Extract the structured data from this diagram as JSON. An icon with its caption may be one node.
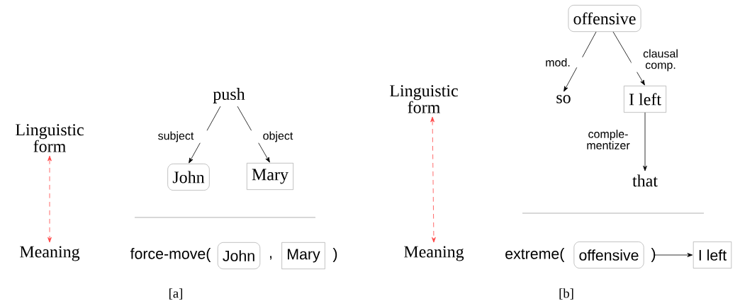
{
  "diagram": {
    "nodes": [
      {
        "text": [
          "Linguistic form"
        ]
      },
      {
        "text": [
          "Meaning"
        ]
      },
      {
        "text": [
          "push"
        ]
      },
      {
        "text": [
          "John"
        ]
      },
      {
        "text": [
          "Mary"
        ]
      },
      {
        "text": [
          "John"
        ]
      },
      {
        "text": [
          "Mary"
        ]
      },
      {
        "text": [
          "Linguistic form"
        ]
      },
      {
        "text": [
          "Meaning"
        ]
      },
      {
        "text": [
          "offensive"
        ]
      },
      {
        "text": [
          "so"
        ]
      },
      {
        "text": [
          "I left"
        ]
      },
      {
        "text": [
          "that"
        ]
      },
      {
        "text": [
          "offensive"
        ]
      },
      {
        "text": [
          "I left"
        ]
      }
    ],
    "edges": [
      {
        "from": 0,
        "to": 1,
        "arrow": "both",
        "style": "dashed",
        "color": "#ff4444"
      },
      {
        "from": 2,
        "to": 3,
        "arrow": "to",
        "label": "subject"
      },
      {
        "from": 2,
        "to": 4,
        "arrow": "to",
        "label": "object"
      },
      {
        "from": 7,
        "to": 8,
        "arrow": "both",
        "style": "dashed",
        "color": "#ff4444"
      },
      {
        "from": 9,
        "to": 10,
        "arrow": "to",
        "label": "mod."
      },
      {
        "from": 9,
        "to": 11,
        "arrow": "to",
        "label": "clausal comp."
      },
      {
        "from": 11,
        "to": 12,
        "arrow": "to",
        "label": "comple- mentizer"
      },
      {
        "from": 13,
        "to": 14,
        "arrow": "to"
      }
    ],
    "labels": [
      "force-move(",
      ",",
      ")",
      "[a]",
      "extreme(",
      ")",
      "[b]"
    ]
  }
}
